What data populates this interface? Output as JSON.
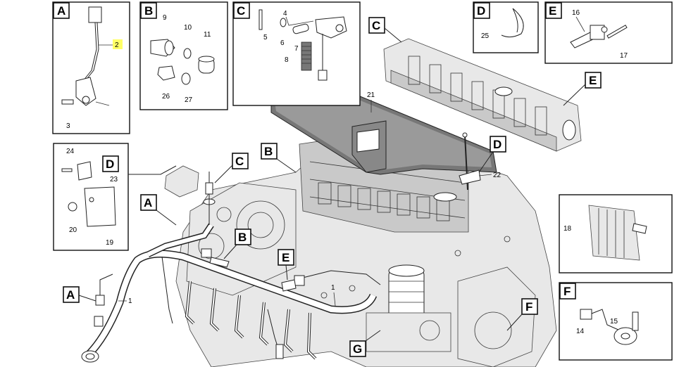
{
  "panels": {
    "A": {
      "letter": "A",
      "parts": [
        "2",
        "3"
      ]
    },
    "B": {
      "letter": "B",
      "parts": [
        "9",
        "10",
        "11",
        "26",
        "27"
      ]
    },
    "C": {
      "letter": "C",
      "parts": [
        "4",
        "5",
        "6",
        "7",
        "8"
      ]
    },
    "D": {
      "letter": "D",
      "parts": [
        "25"
      ]
    },
    "E": {
      "letter": "E",
      "parts": [
        "16",
        "17"
      ]
    },
    "D_bracket": {
      "letter": "D",
      "parts": [
        "24",
        "23",
        "20",
        "19"
      ]
    },
    "module": {
      "parts": [
        "18"
      ]
    },
    "F": {
      "letter": "F",
      "parts": [
        "15",
        "14"
      ]
    }
  },
  "main_callouts": {
    "C_manifold": "C",
    "E_manifold": "E",
    "part_21": "21",
    "D_bracket": "D",
    "part_22": "22",
    "C_sensor": "C",
    "B_cover": "B",
    "A_left": "A",
    "B_sensor": "B",
    "E_sensor": "E",
    "A_bottom": "A",
    "part_1_left": "1",
    "part_1_mid": "1",
    "F_right": "F",
    "G_filter": "G"
  },
  "highlight_color": "#ffff66"
}
